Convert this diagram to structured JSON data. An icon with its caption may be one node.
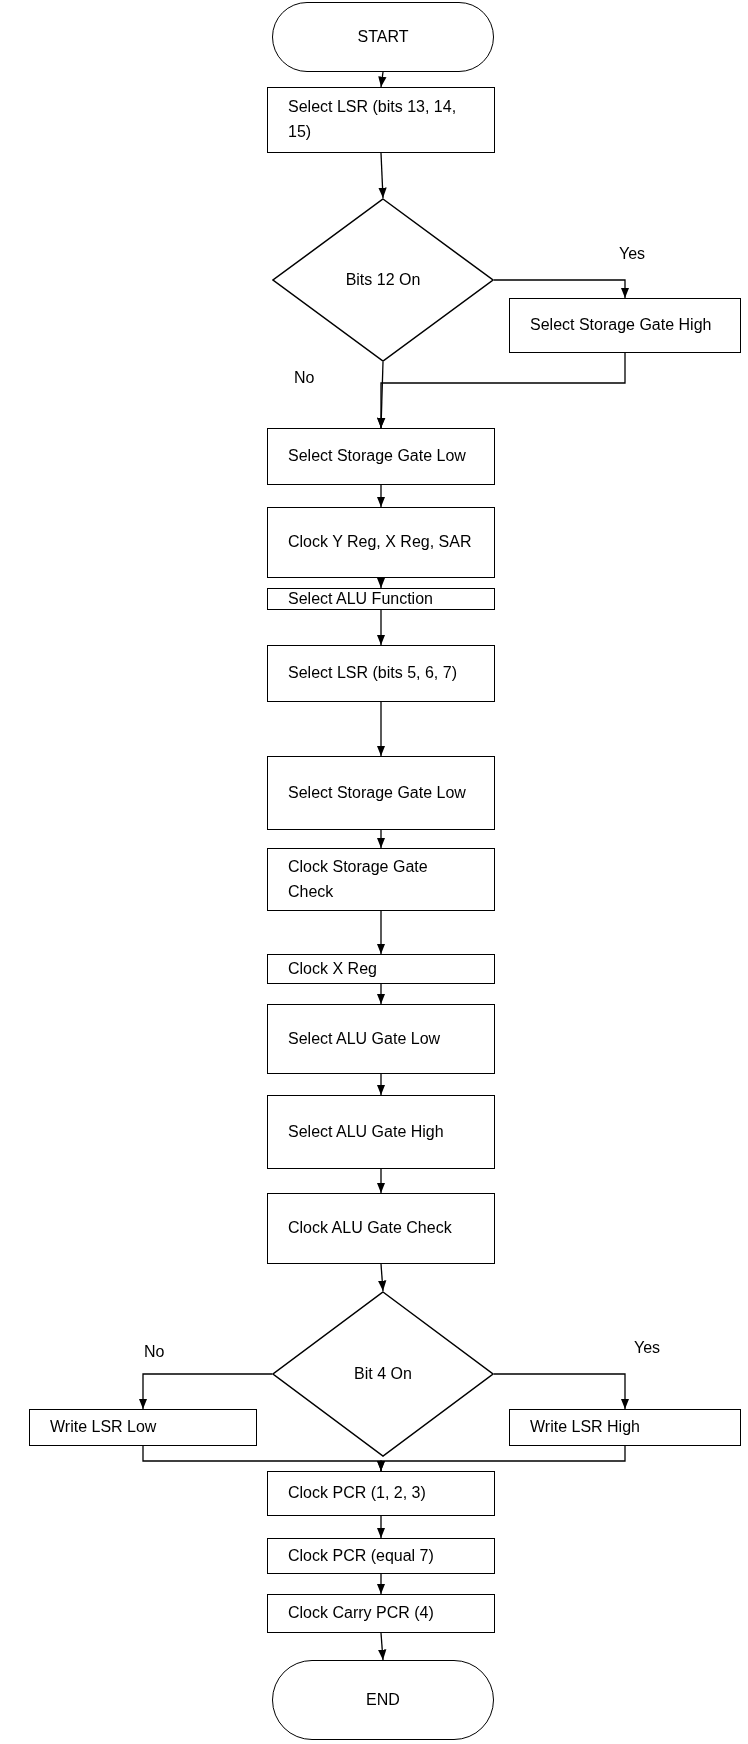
{
  "diagram": {
    "nodes": [
      {
        "text": [
          "START"
        ]
      },
      {
        "text": [
          "Select LSR (bits 13, 14, 15)"
        ]
      },
      {
        "text": [
          "Bits 12 On"
        ]
      },
      {
        "text": [
          "Select Storage Gate High"
        ]
      },
      {
        "text": [
          "Select Storage Gate Low"
        ]
      },
      {
        "text": [
          "Clock Y Reg, X Reg, SAR"
        ]
      },
      {
        "text": [
          "Select ALU Function"
        ]
      },
      {
        "text": [
          "Select LSR (bits 5, 6, 7)"
        ]
      },
      {
        "text": [
          "Select Storage Gate Low"
        ]
      },
      {
        "text": [
          "Clock Storage Gate Check"
        ]
      },
      {
        "text": [
          "Clock X Reg"
        ]
      },
      {
        "text": [
          "Select ALU Gate Low"
        ]
      },
      {
        "text": [
          "Select ALU Gate High"
        ]
      },
      {
        "text": [
          "Clock ALU Gate Check"
        ]
      },
      {
        "text": [
          "Bit 4 On"
        ]
      },
      {
        "text": [
          "Write LSR Low"
        ]
      },
      {
        "text": [
          "Write LSR High"
        ]
      },
      {
        "text": [
          "Clock PCR (1, 2, 3)"
        ]
      },
      {
        "text": [
          "Clock PCR (equal 7)"
        ]
      },
      {
        "text": [
          "Clock Carry PCR (4)"
        ]
      },
      {
        "text": [
          "END"
        ]
      }
    ],
    "edges": [
      {
        "from": 0,
        "to": 1,
        "arrow": "to"
      },
      {
        "from": 1,
        "to": 2,
        "arrow": "to"
      },
      {
        "from": 2,
        "to": 3,
        "arrow": "to",
        "label": "Yes"
      },
      {
        "from": 2,
        "to": 4,
        "arrow": "to",
        "label": "No"
      },
      {
        "from": 3,
        "to": 4,
        "arrow": "to"
      },
      {
        "from": 4,
        "to": 5,
        "arrow": "to"
      },
      {
        "from": 5,
        "to": 6,
        "arrow": "to"
      },
      {
        "from": 6,
        "to": 7,
        "arrow": "to"
      },
      {
        "from": 7,
        "to": 8,
        "arrow": "to"
      },
      {
        "from": 8,
        "to": 9,
        "arrow": "to"
      },
      {
        "from": 9,
        "to": 10,
        "arrow": "to"
      },
      {
        "from": 10,
        "to": 11,
        "arrow": "to"
      },
      {
        "from": 11,
        "to": 12,
        "arrow": "to"
      },
      {
        "from": 12,
        "to": 13,
        "arrow": "to"
      },
      {
        "from": 13,
        "to": 14,
        "arrow": "to"
      },
      {
        "from": 14,
        "to": 15,
        "arrow": "to",
        "label": "No"
      },
      {
        "from": 14,
        "to": 16,
        "arrow": "to",
        "label": "Yes"
      },
      {
        "from": 15,
        "to": 17,
        "arrow": "to"
      },
      {
        "from": 16,
        "to": 17,
        "arrow": "to"
      },
      {
        "from": 17,
        "to": 18,
        "arrow": "to"
      },
      {
        "from": 18,
        "to": 19,
        "arrow": "to"
      },
      {
        "from": 19,
        "to": 20,
        "arrow": "to"
      }
    ]
  }
}
